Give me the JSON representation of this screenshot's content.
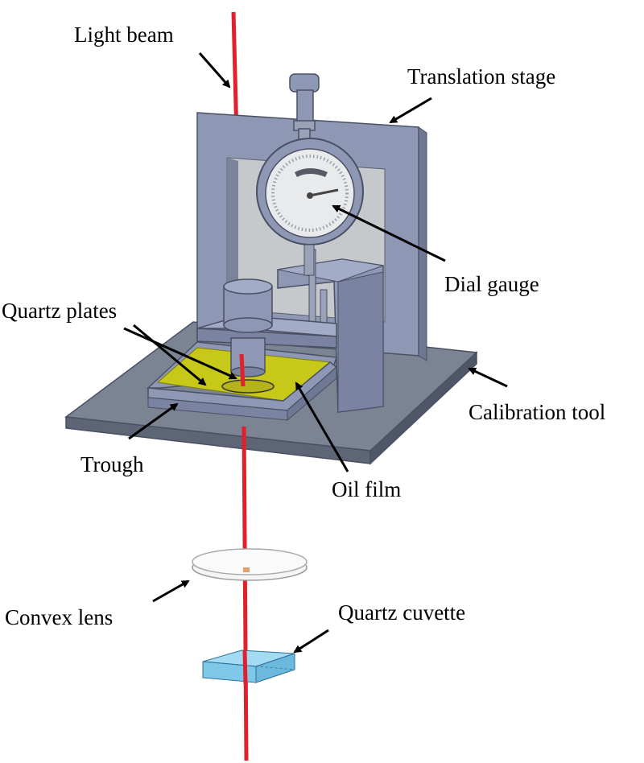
{
  "labels": {
    "light_beam": "Light beam",
    "translation_stage": "Translation stage",
    "dial_gauge": "Dial gauge",
    "quartz_plates": "Quartz plates",
    "calibration_tool": "Calibration tool",
    "trough": "Trough",
    "oil_film": "Oil film",
    "convex_lens": "Convex lens",
    "quartz_cuvette": "Quartz cuvette"
  },
  "colors": {
    "light_beam": "#e0202a",
    "frame": "#8e98b4",
    "frame_dark": "#6e7894",
    "panel": "#c6c9cc",
    "base_top": "#7c8494",
    "oil_film": "#c8c819",
    "cuvette": "#7fc8ea",
    "lens": "#f2f2f2"
  }
}
